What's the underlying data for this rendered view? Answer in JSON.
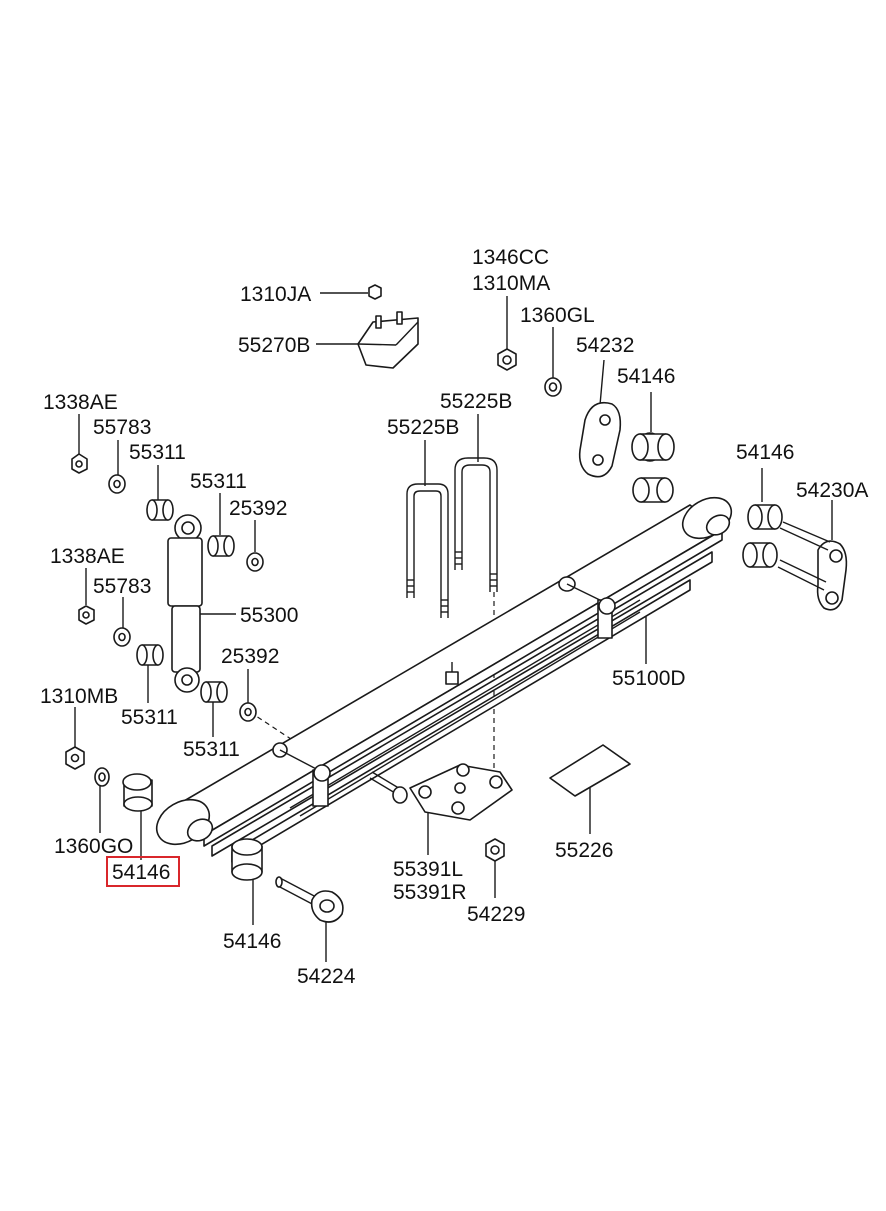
{
  "parts": {
    "p1310JA": "1310JA",
    "p55270B": "55270B",
    "p1346CC": "1346CC",
    "p1310MA": "1310MA",
    "p1360GL": "1360GL",
    "p54232": "54232",
    "p54146_top": "54146",
    "p54146_right": "54146",
    "p54230A": "54230A",
    "p55225B_a": "55225B",
    "p55225B_b": "55225B",
    "p1338AE_a": "1338AE",
    "p55783_a": "55783",
    "p55311_a": "55311",
    "p55311_b": "55311",
    "p25392_a": "25392",
    "p1338AE_b": "1338AE",
    "p55783_b": "55783",
    "p55300": "55300",
    "p25392_b": "25392",
    "p55100D": "55100D",
    "p1310MB": "1310MB",
    "p55311_c": "55311",
    "p55311_d": "55311",
    "p1360GO": "1360GO",
    "p54146_hl": "54146",
    "p55391L": "55391L",
    "p55391R": "55391R",
    "p55226": "55226",
    "p54229": "54229",
    "p54146_bottom": "54146",
    "p54224": "54224"
  },
  "highlight_color": "#d9262b"
}
